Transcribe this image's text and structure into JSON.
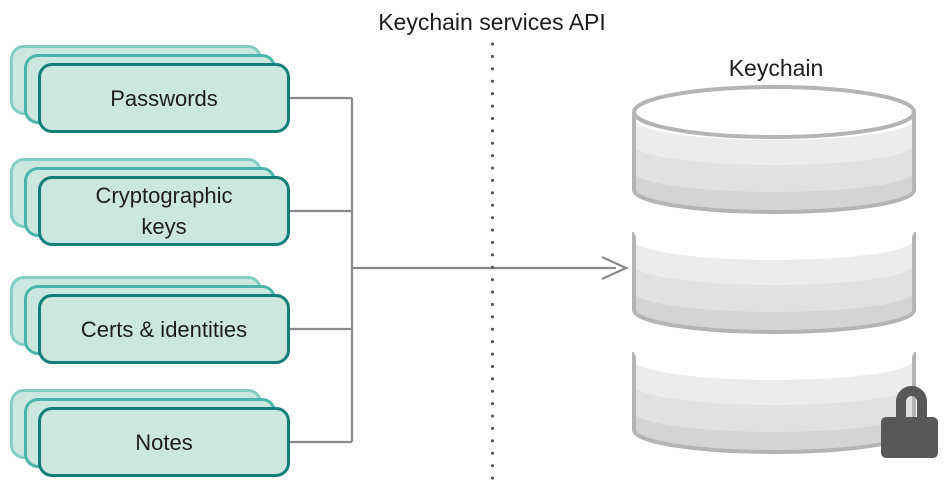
{
  "diagram": {
    "api_label": "Keychain services API",
    "keychain_label": "Keychain",
    "items": [
      {
        "label": "Passwords"
      },
      {
        "label": "Cryptographic\nkeys"
      },
      {
        "label": "Certs & identities"
      },
      {
        "label": "Notes"
      }
    ]
  },
  "icons": {
    "database": "database-icon",
    "lock": "lock-icon",
    "arrow": "arrow-right-icon",
    "separator": "dotted-line-separator"
  },
  "colors": {
    "card_fill": "#cbe7e0",
    "card_border_front": "#117e78",
    "card_border_mid": "#49b6ab",
    "card_border_back": "#82cdc4",
    "line_gray": "#8a8a8d",
    "dot_gray": "#545457",
    "text_dark": "#1d1d1f",
    "db_stroke": "#b4b4b6",
    "db_band_2": "#ececee",
    "db_band_3": "#e1e1e3",
    "db_band_4": "#d4d4d6",
    "lock_gray": "#58585a"
  }
}
